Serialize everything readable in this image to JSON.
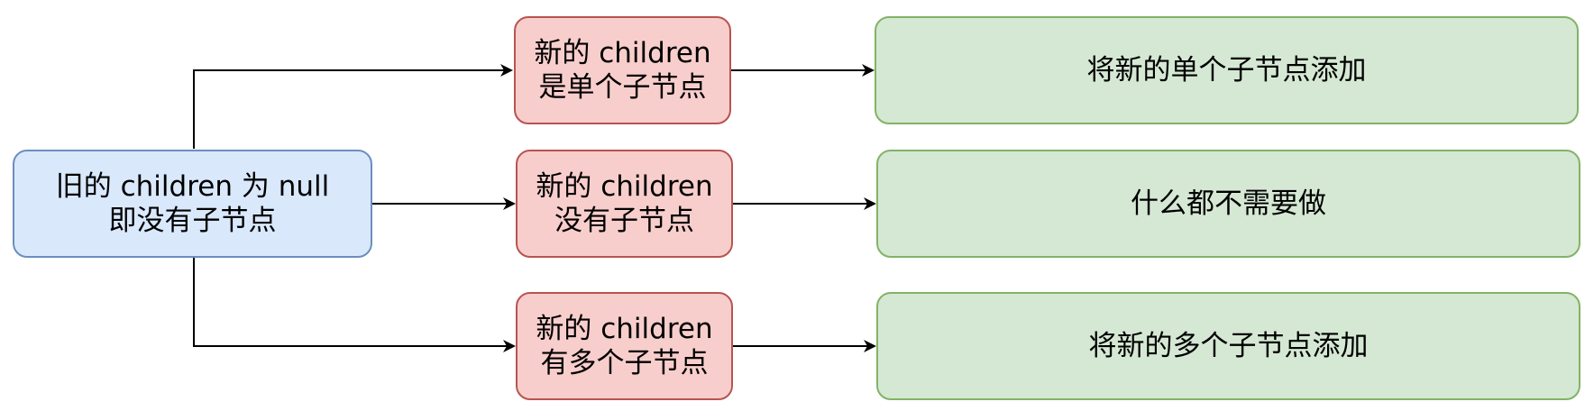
{
  "diagram": {
    "root": {
      "line1": "旧的 children 为 null",
      "line2": "即没有子节点"
    },
    "conditions": [
      {
        "line1": "新的 children",
        "line2": "是单个子节点"
      },
      {
        "line1": "新的 children",
        "line2": "没有子节点"
      },
      {
        "line1": "新的 children",
        "line2": "有多个子节点"
      }
    ],
    "actions": [
      {
        "text": "将新的单个子节点添加"
      },
      {
        "text": "什么都不需要做"
      },
      {
        "text": "将新的多个子节点添加"
      }
    ]
  },
  "colors": {
    "root_fill": "#dae8fc",
    "root_stroke": "#6c8ebf",
    "condition_fill": "#f8cecc",
    "condition_stroke": "#b85450",
    "action_fill": "#d5e8d4",
    "action_stroke": "#82b366",
    "edge": "#000000"
  }
}
